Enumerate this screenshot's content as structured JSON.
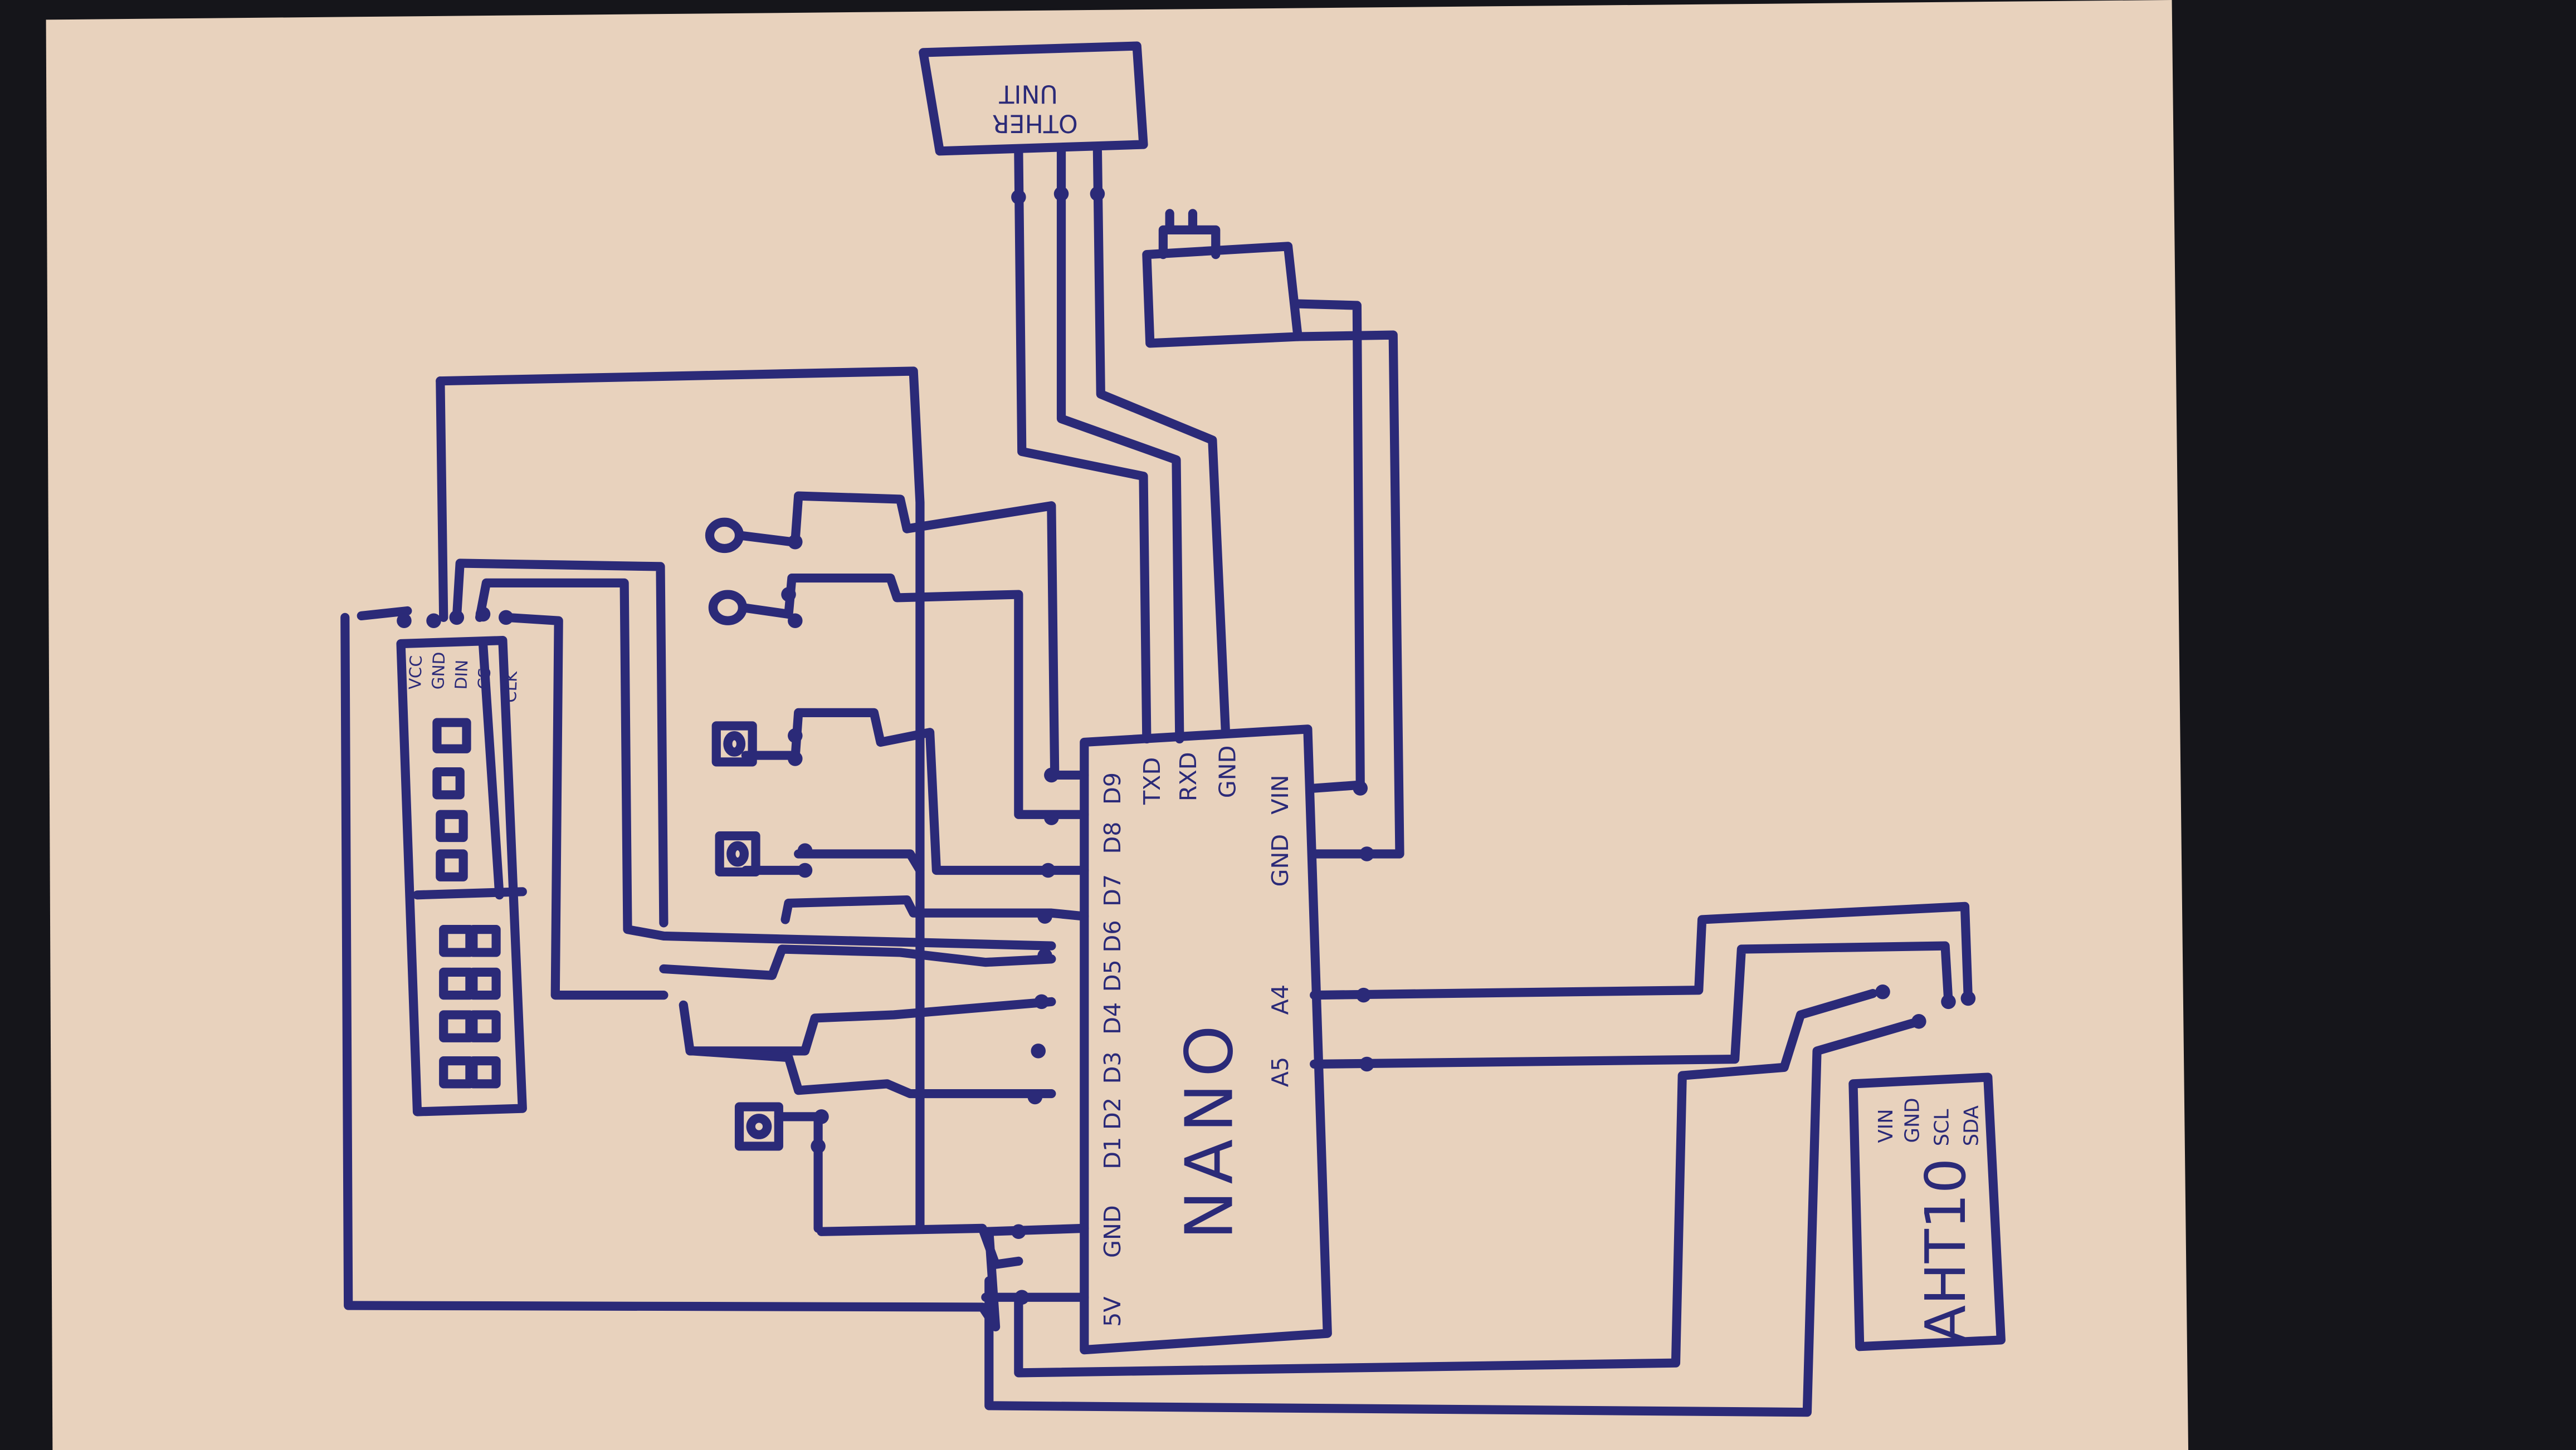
{
  "colors": {
    "paper": "#e8d2bd",
    "ink": "#2b2a78",
    "background": "#15151a"
  },
  "other_unit": {
    "line1": "OTHER",
    "line2": "UNIT"
  },
  "display": {
    "pins": [
      "VCC",
      "GND",
      "DIN",
      "CS",
      "CLK"
    ]
  },
  "nano": {
    "label": "NANO",
    "left_pins": [
      "5V",
      "GND",
      "D1",
      "D2",
      "D3",
      "D4",
      "D5",
      "D6",
      "D7",
      "D8",
      "D9"
    ],
    "top_pins": [
      "TXD",
      "RXD",
      "GND",
      "VIN"
    ],
    "right_pins": [
      "GND",
      "A4",
      "A5"
    ]
  },
  "sensor": {
    "label": "AHT10",
    "pins": [
      "VIN",
      "GND",
      "SCL",
      "SDA"
    ]
  }
}
